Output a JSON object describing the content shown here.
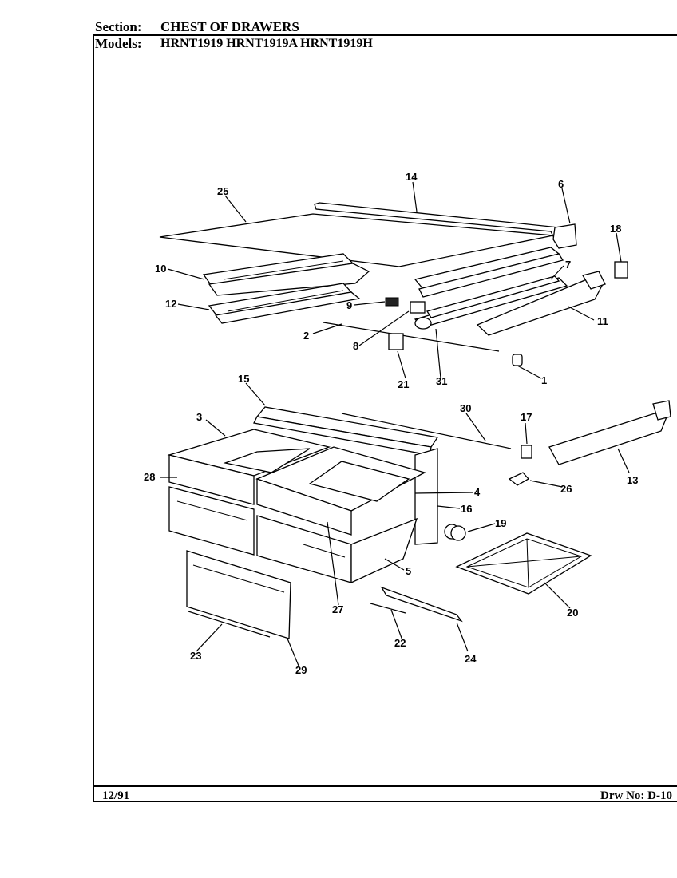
{
  "header": {
    "section_label": "Section:",
    "section_value": "CHEST OF DRAWERS",
    "models_label": "Models:",
    "models_value": "HRNT1919 HRNT1919A HRNT1919H"
  },
  "footer": {
    "date": "12/91",
    "drawing_no": "Drw No: D-10"
  },
  "callouts": [
    "1",
    "2",
    "3",
    "4",
    "5",
    "6",
    "7",
    "8",
    "9",
    "10",
    "11",
    "12",
    "13",
    "14",
    "15",
    "16",
    "17",
    "18",
    "19",
    "20",
    "21",
    "22",
    "23",
    "24",
    "25",
    "26",
    "27",
    "28",
    "29",
    "30",
    "31"
  ]
}
